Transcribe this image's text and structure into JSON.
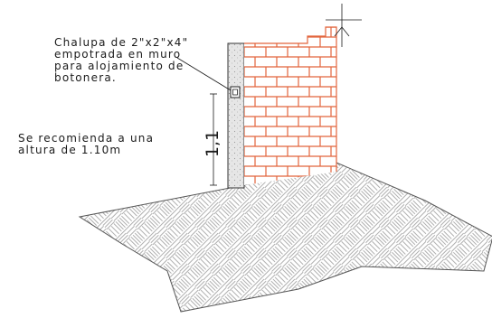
{
  "annotations": {
    "mount_note": {
      "line1": "Chalupa de 2\"x2\"x4\"",
      "line2": "empotrada en muro",
      "line3": "para alojamiento de",
      "line4": "botonera."
    },
    "height_note": {
      "line1": "Se recomienda a una",
      "line2": "altura de 1.10m"
    },
    "dimension_label": "1,1"
  },
  "colors": {
    "brick": "#e2643c",
    "wall_section": "#d9d9d9",
    "ground_hatch": "#8c8c8c",
    "ink": "#1a1a1a"
  }
}
